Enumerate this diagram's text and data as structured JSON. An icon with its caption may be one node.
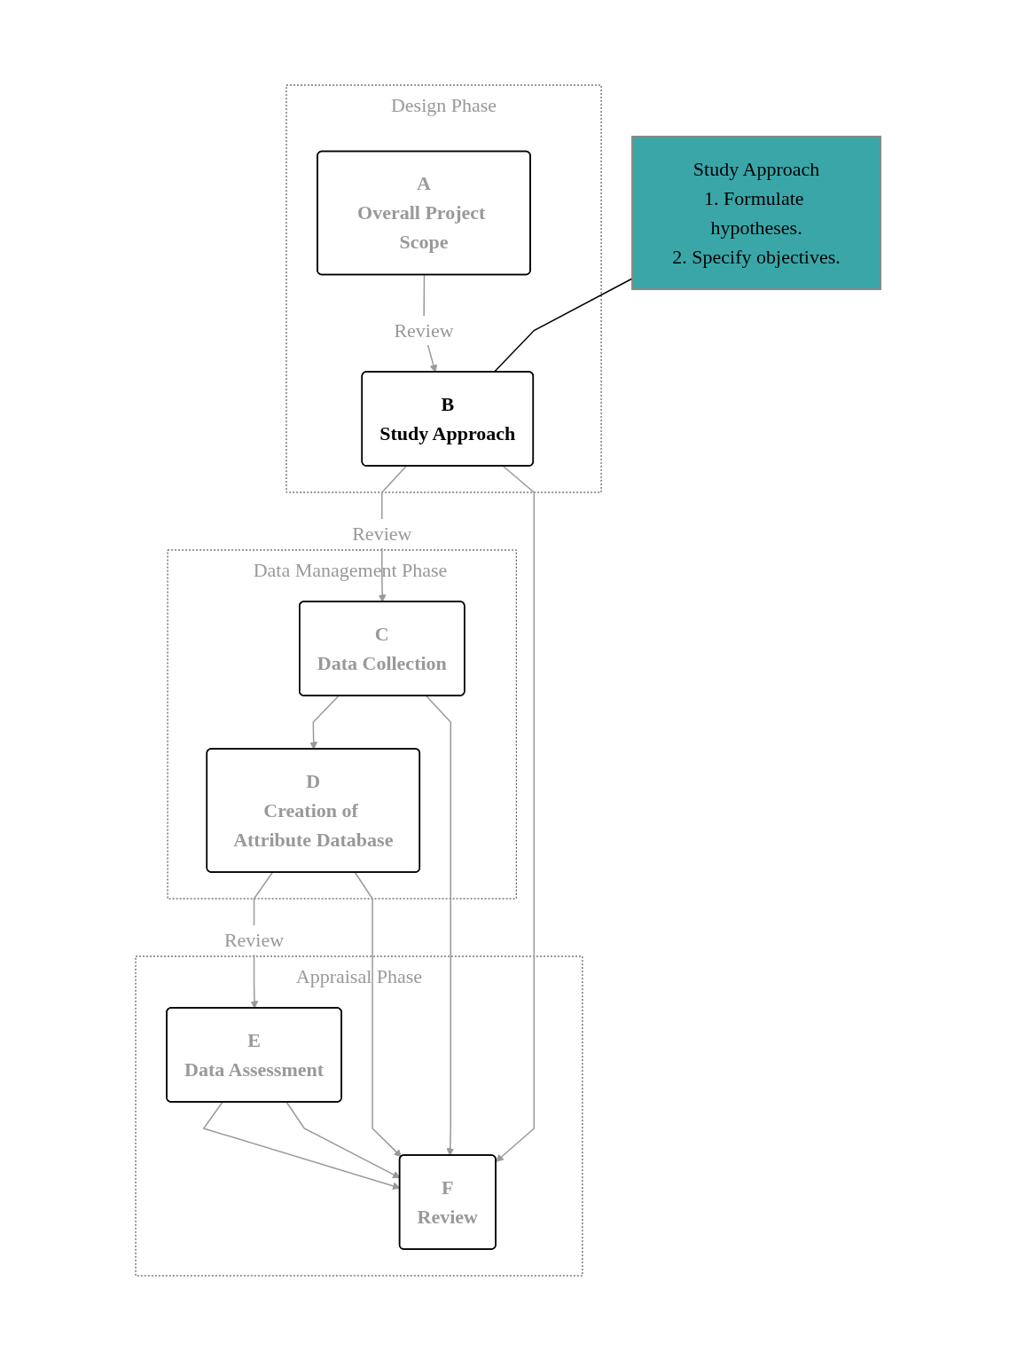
{
  "diagram": {
    "nodes": [
      {
        "text": [
          "Design Phase"
        ]
      },
      {
        "text": [
          "A",
          "Overall Project Scope"
        ],
        "in": 0
      },
      {
        "text": [
          "B",
          "Study Approach"
        ],
        "in": 0
      },
      {
        "text": [
          "Data Management Phase"
        ]
      },
      {
        "text": [
          "C",
          "Data Collection"
        ],
        "in": 3
      },
      {
        "text": [
          "D",
          "Creation of Attribute Database"
        ],
        "in": 3
      },
      {
        "text": [
          "Appraisal Phase"
        ]
      },
      {
        "text": [
          "E",
          "Data Assessment"
        ],
        "in": 6
      },
      {
        "text": [
          "F",
          "Review"
        ],
        "in": 6
      },
      {
        "text": [
          "Study Approach",
          "1. Formulate hypotheses.",
          "2. Specify objectives."
        ]
      }
    ],
    "edges": [
      {
        "from": 1,
        "to": 2,
        "arrow": "to",
        "label": "Review"
      },
      {
        "from": 2,
        "to": 4,
        "arrow": "to",
        "label": "Review"
      },
      {
        "from": 4,
        "to": 5,
        "arrow": "to"
      },
      {
        "from": 5,
        "to": 7,
        "arrow": "to",
        "label": "Review"
      },
      {
        "from": 7,
        "to": 8,
        "arrow": "to"
      },
      {
        "from": 2,
        "to": 8,
        "arrow": "to"
      },
      {
        "from": 4,
        "to": 8,
        "arrow": "to"
      },
      {
        "from": 5,
        "to": 8,
        "arrow": "to"
      },
      {
        "from": 7,
        "to": 8,
        "arrow": "to"
      },
      {
        "from": 9,
        "to": 2,
        "arrow": "none",
        "color": "#000000"
      }
    ]
  }
}
